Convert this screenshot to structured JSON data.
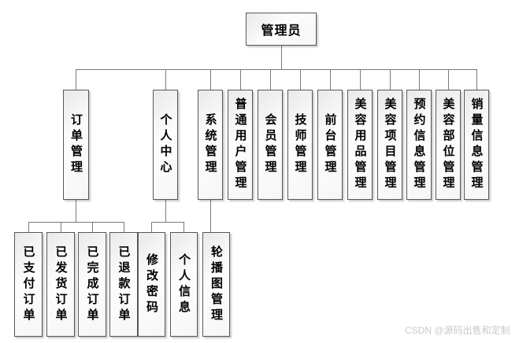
{
  "tree": {
    "root": "管理员",
    "branches": [
      {
        "label": "订单管理",
        "children": [
          "已支付订单",
          "已发货订单",
          "已完成订单",
          "已退款订单"
        ]
      },
      {
        "label": "个人中心",
        "children": [
          "修改密码",
          "个人信息"
        ]
      },
      {
        "label": "系统管理",
        "children": [
          "轮播图管理"
        ]
      },
      {
        "label": "普通用户管理",
        "children": []
      },
      {
        "label": "会员管理",
        "children": []
      },
      {
        "label": "技师管理",
        "children": []
      },
      {
        "label": "前台管理",
        "children": []
      },
      {
        "label": "美容用品管理",
        "children": []
      },
      {
        "label": "美容项目管理",
        "children": []
      },
      {
        "label": "预约信息管理",
        "children": []
      },
      {
        "label": "美容部位管理",
        "children": []
      },
      {
        "label": "销量信息管理",
        "children": []
      }
    ]
  },
  "watermark": "CSDN @源码出售和定制",
  "colors": {
    "line": "#7a7a7a",
    "node_border": "#585858",
    "node_fill_top": "#e9e9e9",
    "node_fill": "#fdfdfd",
    "text": "#000000",
    "watermark": "#c9c9c9"
  }
}
